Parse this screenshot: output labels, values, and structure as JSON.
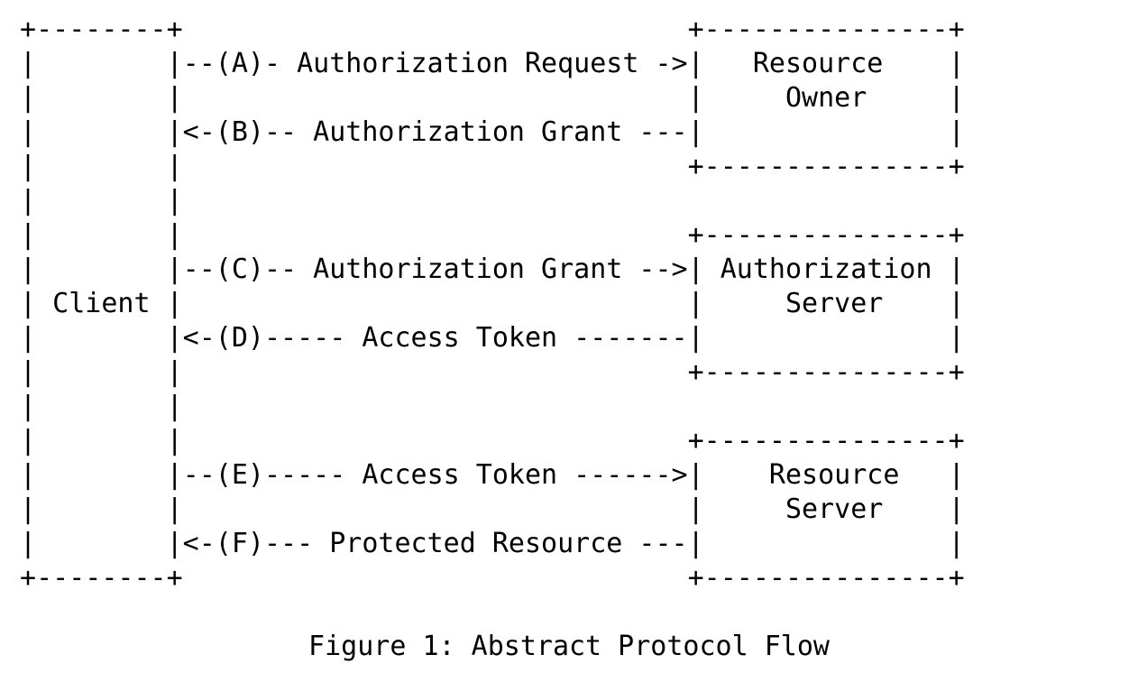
{
  "figure": {
    "caption": "Figure 1: Abstract Protocol Flow",
    "title": "Abstract Protocol Flow",
    "number": "Figure 1",
    "style": "ascii-art",
    "foreground_color": "#000000",
    "background_color": "#ffffff"
  },
  "boxes": [
    {
      "id": "client",
      "label": "Client",
      "label_lines": [
        "Client"
      ],
      "position": "left",
      "inner_width_chars": 8
    },
    {
      "id": "resource-owner",
      "label": "Resource Owner",
      "label_lines": [
        "Resource",
        "Owner"
      ],
      "position": "right-top",
      "inner_width_chars": 15
    },
    {
      "id": "authorization-server",
      "label": "Authorization Server",
      "label_lines": [
        "Authorization",
        "Server"
      ],
      "position": "right-middle",
      "inner_width_chars": 15
    },
    {
      "id": "resource-server",
      "label": "Resource Server",
      "label_lines": [
        "Resource",
        "Server"
      ],
      "position": "right-bottom",
      "inner_width_chars": 15
    }
  ],
  "flows": [
    {
      "step": "A",
      "label": "Authorization Request",
      "direction": "client-to-resource-owner",
      "arrow": "->",
      "raw": "--(A)- Authorization Request ->"
    },
    {
      "step": "B",
      "label": "Authorization Grant",
      "direction": "resource-owner-to-client",
      "arrow": "<-",
      "raw": "<-(B)-- Authorization Grant ---"
    },
    {
      "step": "C",
      "label": "Authorization Grant",
      "direction": "client-to-authorization-server",
      "arrow": "-->",
      "raw": "--(C)-- Authorization Grant -->"
    },
    {
      "step": "D",
      "label": "Access Token",
      "direction": "authorization-server-to-client",
      "arrow": "<-",
      "raw": "<-(D)----- Access Token -------"
    },
    {
      "step": "E",
      "label": "Access Token",
      "direction": "client-to-resource-server",
      "arrow": "-->",
      "raw": "--(E)----- Access Token ------>"
    },
    {
      "step": "F",
      "label": "Protected Resource",
      "direction": "resource-server-to-client",
      "arrow": "<-",
      "raw": "<-(F)--- Protected Resource ---"
    }
  ],
  "ascii": {
    "lines": [
      " +--------+                               +---------------+",
      " |        |--(A)- Authorization Request ->|   Resource    |",
      " |        |                               |     Owner     |",
      " |        |<-(B)-- Authorization Grant ---|               |",
      " |        |                               +---------------+",
      " |        |",
      " |        |                               +---------------+",
      " |        |--(C)-- Authorization Grant -->| Authorization |",
      " | Client |                               |     Server    |",
      " |        |<-(D)----- Access Token -------|               |",
      " |        |                               +---------------+",
      " |        |",
      " |        |                               +---------------+",
      " |        |--(E)----- Access Token ------>|    Resource   |",
      " |        |                               |     Server    |",
      " |        |<-(F)--- Protected Resource ---|               |",
      " +--------+                               +---------------+"
    ]
  }
}
